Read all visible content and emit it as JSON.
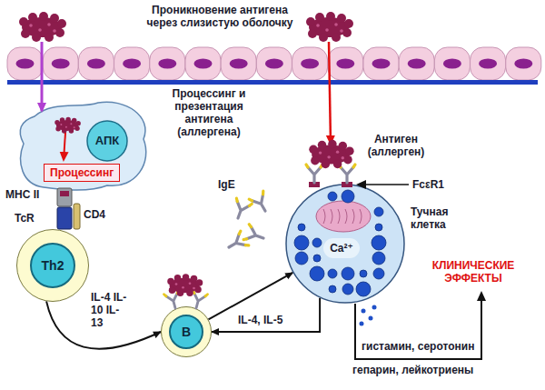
{
  "diagram": {
    "nodes": [
      {
        "text": [
          "АПК"
        ]
      },
      {
        "text": [
          "Процессинг"
        ],
        "in": 0
      },
      {
        "text": [
          "Th2"
        ]
      },
      {
        "text": [
          "B"
        ]
      },
      {
        "text": [
          "Тучная клетка",
          "Ca²⁺"
        ]
      }
    ],
    "edges": [
      {
        "from": 2,
        "to": 3,
        "arrow": "to",
        "label": "IL-4 IL-10 IL-13"
      },
      {
        "from": 4,
        "to": 3,
        "arrow": "to",
        "label": "IL-4, IL-5"
      },
      {
        "from": 3,
        "to": 4,
        "arrow": "to"
      }
    ],
    "labels": [
      "Проникновение антигена через слизистую оболочку",
      "Процессинг и презентация антигена (аллергена)",
      "MHC II",
      "TcR",
      "CD4",
      "IgE",
      "Антиген (аллерген)",
      "FcεR1",
      "гистамин, серотонин",
      "гепарин, лейкотриены",
      "КЛИНИЧЕСКИЕ ЭФФЕКТЫ"
    ]
  }
}
